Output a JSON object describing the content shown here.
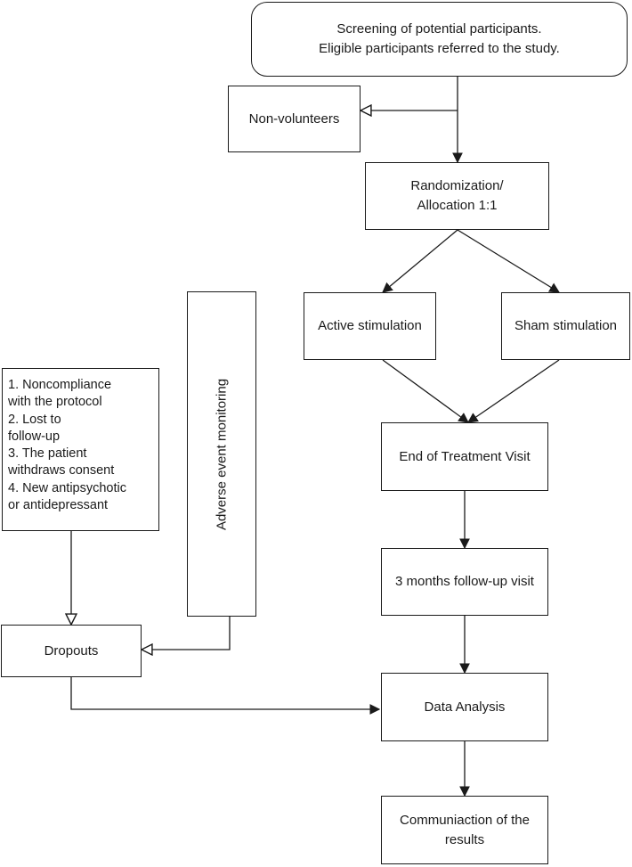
{
  "diagram": {
    "screening": {
      "line1": "Screening of potential participants.",
      "line2": "Eligible participants referred to the study."
    },
    "non_volunteers": "Non-volunteers",
    "randomization": {
      "line1": "Randomization/",
      "line2": "Allocation 1:1"
    },
    "active_stimulation": "Active stimulation",
    "sham_stimulation": "Sham stimulation",
    "adverse_event_monitoring": "Adverse event monitoring",
    "dropout_reasons": [
      "1. Noncompliance\nwith the protocol",
      "2. Lost to\nfollow-up",
      "3. The patient\nwithdraws consent",
      "4. New antipsychotic\nor antidepressant"
    ],
    "dropouts": "Dropouts",
    "end_of_treatment": "End of Treatment Visit",
    "follow_up": "3 months follow-up visit",
    "data_analysis": "Data Analysis",
    "communication": {
      "line1": "Communiaction of the",
      "line2": "results"
    }
  }
}
